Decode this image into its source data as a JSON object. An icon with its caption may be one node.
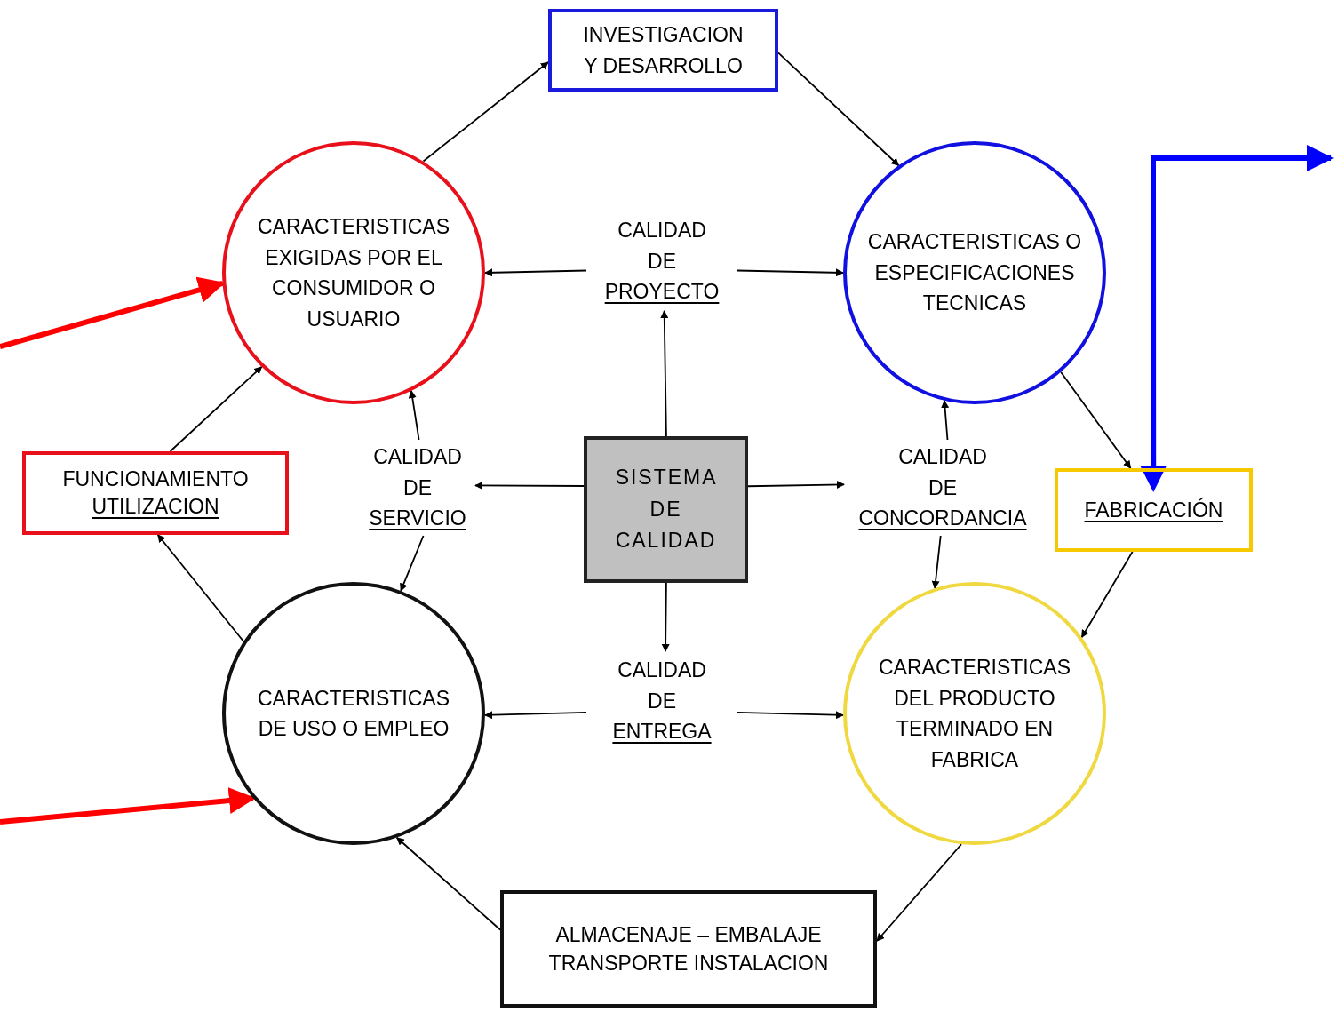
{
  "diagram": {
    "nodes": [
      {
        "text": [
          "INVESTIGACION Y DESARROLLO"
        ]
      },
      {
        "text": [
          "CARACTERISTICAS EXIGIDAS POR EL CONSUMIDOR O USUARIO"
        ]
      },
      {
        "text": [
          "CALIDAD DE",
          "PROYECTO"
        ]
      },
      {
        "text": [
          "CARACTERISTICAS O ESPECIFICACIONES TECNICAS"
        ]
      },
      {
        "text": [
          "FUNCIONAMIENTO",
          "UTILIZACION"
        ]
      },
      {
        "text": [
          "CALIDAD DE",
          "SERVICIO"
        ]
      },
      {
        "text": [
          "SISTEMA DE CALIDAD"
        ]
      },
      {
        "text": [
          "CALIDAD DE",
          "CONCORDANCIA"
        ]
      },
      {
        "text": [
          "FABRICACIÓN"
        ]
      },
      {
        "text": [
          "CARACTERISTICAS DE USO O EMPLEO"
        ]
      },
      {
        "text": [
          "CALIDAD DE",
          "ENTREGA"
        ]
      },
      {
        "text": [
          "CARACTERISTICAS DEL PRODUCTO TERMINADO EN FABRICA"
        ]
      },
      {
        "text": [
          "ALMACENAJE – EMBALAJE TRANSPORTE INSTALACION"
        ]
      }
    ],
    "edges": [
      {
        "from": 1,
        "to": 0,
        "arrow": "to"
      },
      {
        "from": 0,
        "to": 3,
        "arrow": "to"
      },
      {
        "from": 2,
        "to": 1,
        "arrow": "to"
      },
      {
        "from": 2,
        "to": 3,
        "arrow": "to"
      },
      {
        "from": 6,
        "to": 2,
        "arrow": "to"
      },
      {
        "from": 3,
        "to": 8,
        "arrow": "to"
      },
      {
        "from": 8,
        "to": null,
        "arrow": "both",
        "style": "thick",
        "color": "#0000ff"
      },
      {
        "from": null,
        "to": 1,
        "arrow": "to",
        "style": "thick",
        "color": "#ff0000"
      },
      {
        "from": null,
        "to": 9,
        "arrow": "to",
        "style": "thick",
        "color": "#ff0000"
      },
      {
        "from": 4,
        "to": 1,
        "arrow": "to"
      },
      {
        "from": 5,
        "to": 1,
        "arrow": "to"
      },
      {
        "from": 6,
        "to": 5,
        "arrow": "to"
      },
      {
        "from": 5,
        "to": 9,
        "arrow": "to"
      },
      {
        "from": 9,
        "to": 4,
        "arrow": "to"
      },
      {
        "from": 6,
        "to": 7,
        "arrow": "to"
      },
      {
        "from": 7,
        "to": 3,
        "arrow": "to"
      },
      {
        "from": 7,
        "to": 11,
        "arrow": "to"
      },
      {
        "from": 8,
        "to": 11,
        "arrow": "to"
      },
      {
        "from": 6,
        "to": 10,
        "arrow": "to"
      },
      {
        "from": 10,
        "to": 9,
        "arrow": "to"
      },
      {
        "from": 10,
        "to": 11,
        "arrow": "to"
      },
      {
        "from": 11,
        "to": 12,
        "arrow": "to"
      },
      {
        "from": 12,
        "to": 9,
        "arrow": "to"
      }
    ]
  }
}
